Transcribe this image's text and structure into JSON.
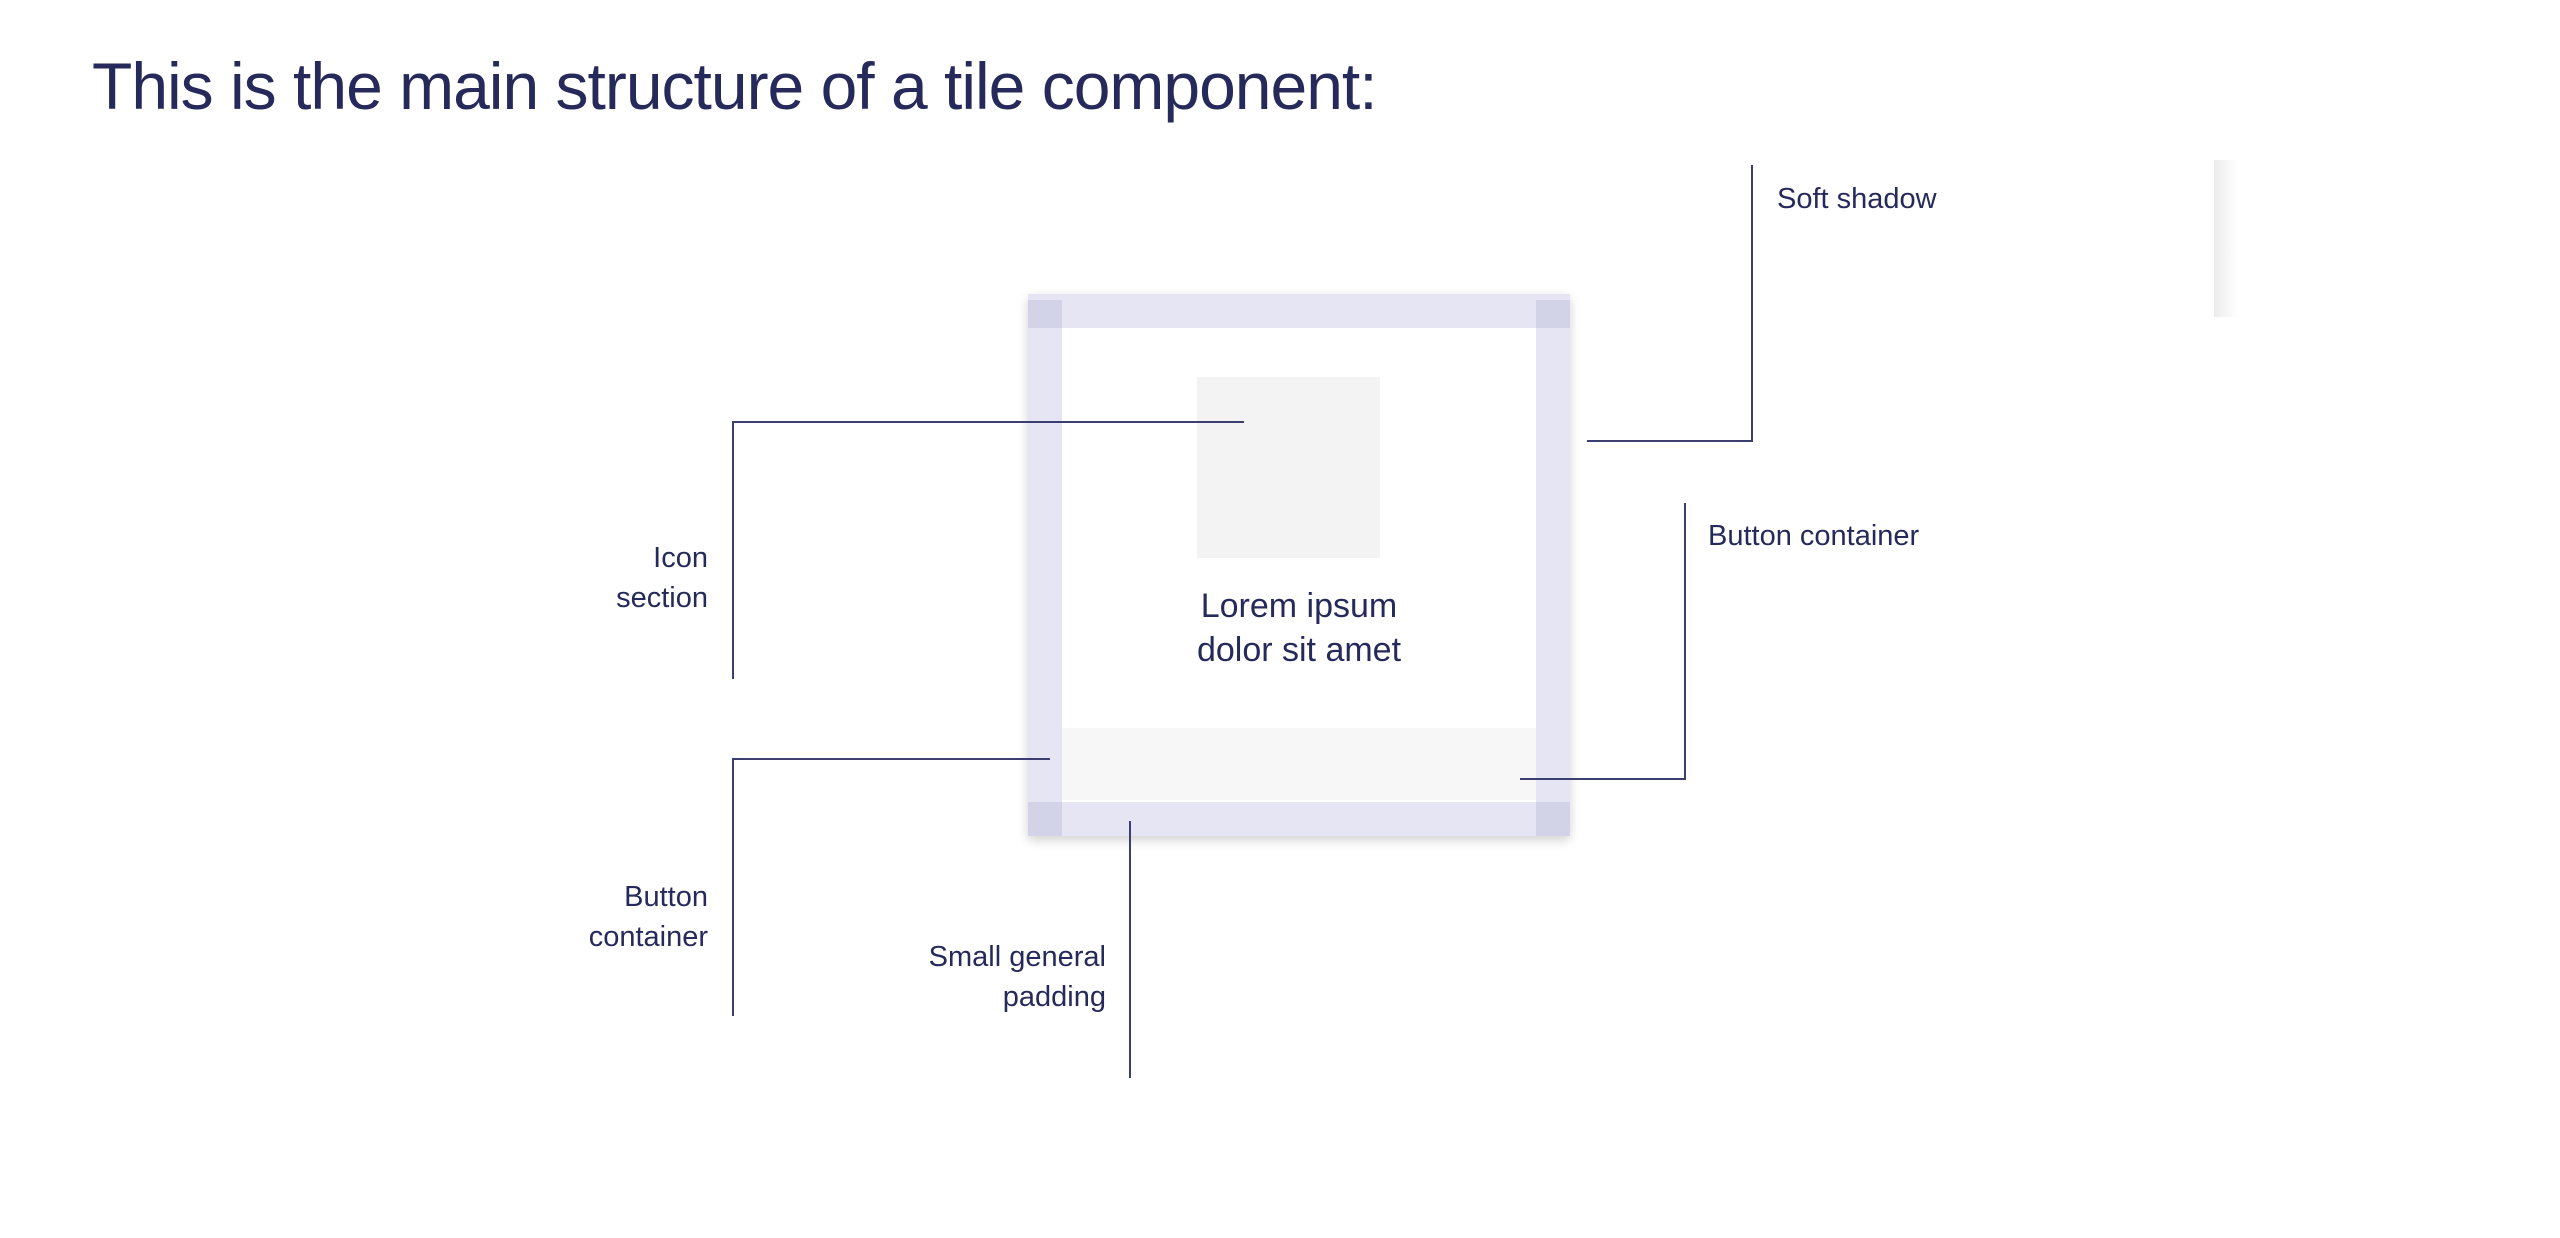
{
  "title": "This is the main structure of a tile component:",
  "tile": {
    "text_line1": "Lorem ipsum",
    "text_line2": "dolor sit amet"
  },
  "annotations": {
    "icon_section": [
      "Icon",
      "section"
    ],
    "button_container_left": [
      "Button",
      "container"
    ],
    "small_general_padding": [
      "Small general",
      "padding"
    ],
    "soft_shadow": "Soft shadow",
    "button_container_right": "Button container"
  },
  "colors": {
    "text": "#262a5a",
    "padding_band": "#e5e5f3",
    "padding_corner": "#d3d3e8",
    "icon_placeholder": "#f3f3f3",
    "button_container": "#f7f7f7",
    "leader_line": "#3b3e70"
  }
}
